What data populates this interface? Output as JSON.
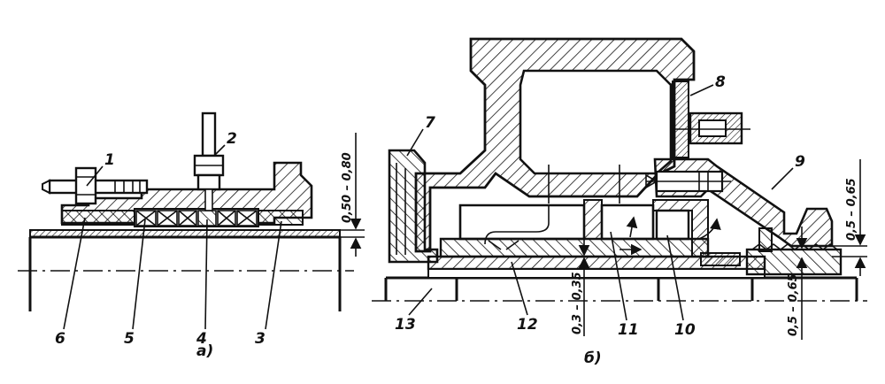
{
  "figure_a": {
    "caption": "а)",
    "callouts": [
      "1",
      "2",
      "3",
      "4",
      "5",
      "6"
    ],
    "dimension": "0,50 – 0,80"
  },
  "figure_b": {
    "caption": "б)",
    "callouts": [
      "7",
      "8",
      "9",
      "10",
      "11",
      "12",
      "13"
    ],
    "dimension_upper_right": "0,5 – 0,65",
    "dimension_lower_right": "0,5 – 0,65",
    "dimension_center": "0,3 – 0,35"
  },
  "colors": {
    "ink": "#111111",
    "paper": "#ffffff"
  }
}
